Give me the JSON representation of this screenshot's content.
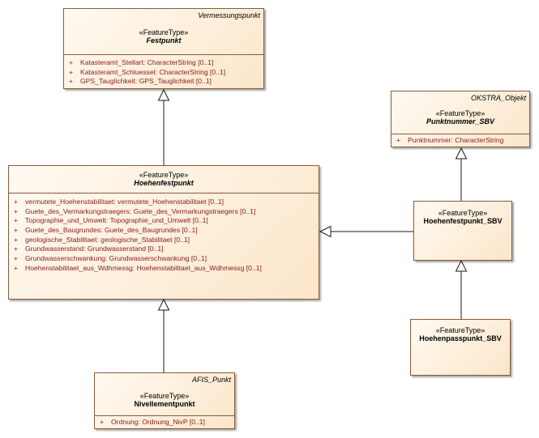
{
  "classes": {
    "festpunkt": {
      "parent": "Vermessungspunkt",
      "stereotype": "«FeatureType»",
      "name": "Festpunkt",
      "attributes": [
        {
          "vis": "+",
          "text": "Katasteramt_Stellart: CharacterString [0..1]"
        },
        {
          "vis": "+",
          "text": "Katasteramt_Schluessel: CharacterString [0..1]"
        },
        {
          "vis": "+",
          "text": "GPS_Tauglichkeit: GPS_Tauglichkeit [0..1]"
        }
      ]
    },
    "punktnummer": {
      "parent": "OKSTRA_Objekt",
      "stereotype": "«FeatureType»",
      "name": "Punktnummer_SBV",
      "attributes": [
        {
          "vis": "+",
          "text": "Punktnummer: CharacterString"
        }
      ]
    },
    "hoehenfestpunkt": {
      "stereotype": "«FeatureType»",
      "name": "Hoehenfestpunkt",
      "attributes": [
        {
          "vis": "+",
          "text": "vermutete_Hoehenstabilitaet: vermutete_Hoehenstabilitaet [0..1]"
        },
        {
          "vis": "+",
          "text": "Guete_des_Vermarkungstraegers: Guete_des_Vermarkungstraegers [0..1]"
        },
        {
          "vis": "+",
          "text": "Topographie_und_Umwelt: Topographie_und_Umwelt [0..1]"
        },
        {
          "vis": "+",
          "text": "Guete_des_Baugrundes: Guete_des_Baugrundes [0..1]"
        },
        {
          "vis": "+",
          "text": "geologische_Stabilitaet: geologische_Stabilitaet [0..1]"
        },
        {
          "vis": "+",
          "text": "Grundwasserstand: Grundwasserstand [0..1]"
        },
        {
          "vis": "+",
          "text": "Grundwasserschwankung: Grundwasserschwankung [0..1]"
        },
        {
          "vis": "+",
          "text": "Hoehenstabilitaet_aus_Wdhmessg: Hoehenstabilitaet_aus_Wdhmessg [0..1]"
        }
      ]
    },
    "hoehenfestpunkt_sbv": {
      "stereotype": "«FeatureType»",
      "name": "Hoehenfestpunkt_SBV"
    },
    "hoehenpasspunkt_sbv": {
      "stereotype": "«FeatureType»",
      "name": "Hoehenpasspunkt_SBV"
    },
    "nivellementpunkt": {
      "parent": "AFIS_Punkt",
      "stereotype": "«FeatureType»",
      "name": "Nivellementpunkt",
      "attributes": [
        {
          "vis": "+",
          "text": "Ordnung: Ordnung_NivP [0..1]"
        }
      ]
    }
  },
  "relations": [
    {
      "type": "generalization",
      "from": "hoehenfestpunkt",
      "to": "festpunkt"
    },
    {
      "type": "generalization",
      "from": "nivellementpunkt",
      "to": "hoehenfestpunkt"
    },
    {
      "type": "generalization",
      "from": "hoehenfestpunkt_sbv",
      "to": "hoehenfestpunkt"
    },
    {
      "type": "generalization",
      "from": "hoehenfestpunkt_sbv",
      "to": "punktnummer"
    },
    {
      "type": "generalization",
      "from": "hoehenpasspunkt_sbv",
      "to": "hoehenfestpunkt_sbv"
    }
  ]
}
